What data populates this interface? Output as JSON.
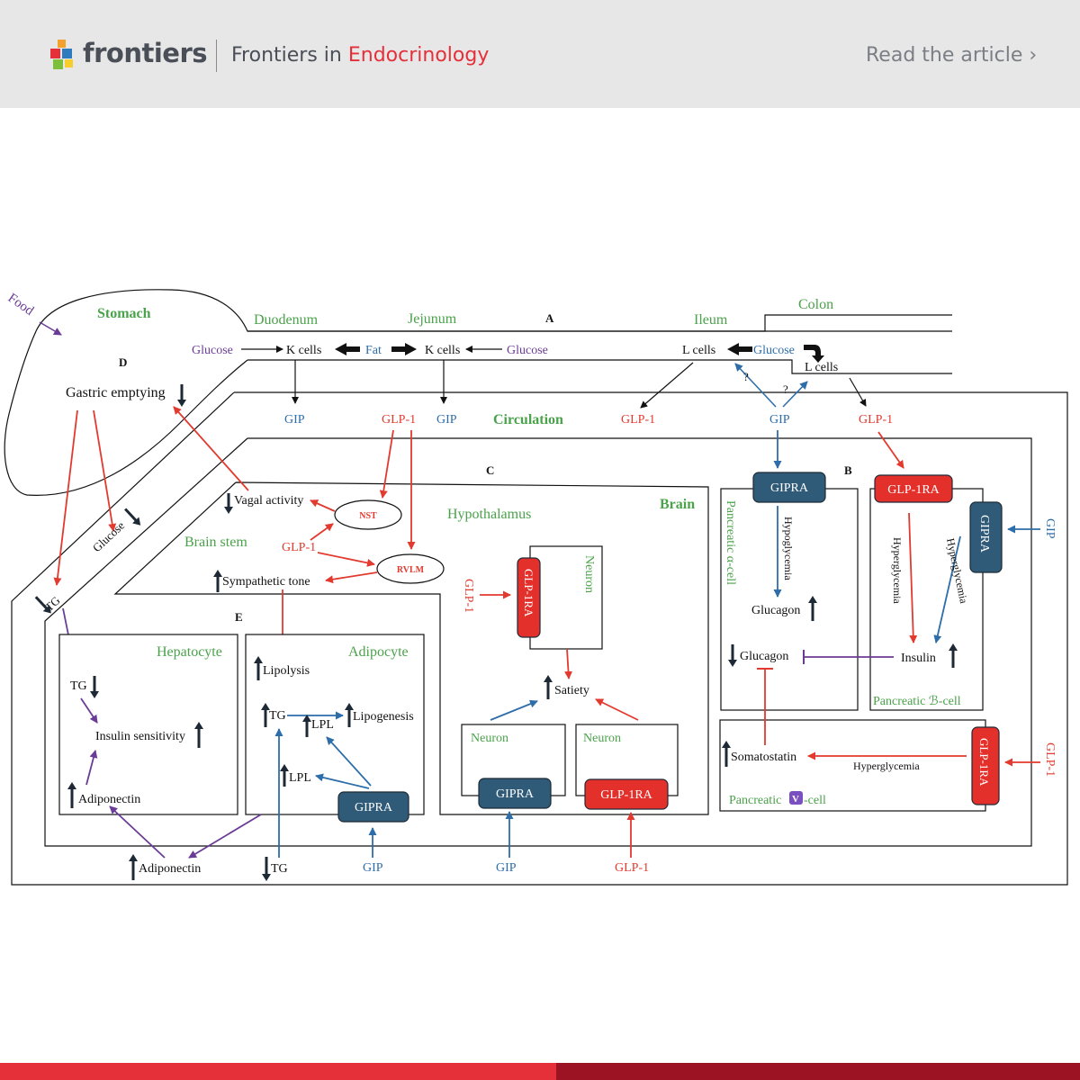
{
  "header": {
    "brand": "frontiers",
    "journal_prefix": "Frontiers in",
    "journal_field": "Endocrinology",
    "read_link": "Read the article ›"
  },
  "colors": {
    "green": "#4aa24a",
    "blue": "#2d6da9",
    "red": "#e23a2e",
    "purple": "#6a3c96",
    "box_blue": "#2f5a78",
    "box_red": "#e4302b",
    "footer_red": "#e5303a",
    "footer_dark": "#9c1423"
  },
  "diagram": {
    "panels": {
      "A": "A",
      "B": "B",
      "C": "C",
      "D": "D",
      "E": "E"
    },
    "gut": {
      "food": "Food",
      "stomach": "Stomach",
      "duodenum": "Duodenum",
      "jejunum": "Jejunum",
      "ileum": "Ileum",
      "colon": "Colon",
      "glucose": "Glucose",
      "fat": "Fat",
      "k_cells": "K cells",
      "l_cells": "L cells",
      "question": "?"
    },
    "circulation": {
      "title": "Circulation",
      "gip": "GIP",
      "glp1": "GLP-1"
    },
    "stomach_panel": {
      "gastric_emptying": "Gastric emptying",
      "glucose": "Glucose",
      "tg": "TG"
    },
    "brain": {
      "title": "Brain",
      "hypothalamus": "Hypothalamus",
      "brain_stem": "Brain stem",
      "vagal_activity": "Vagal activity",
      "nst": "NST",
      "rvlm": "RVLM",
      "glp1": "GLP-1",
      "sympathetic_tone": "Sympathetic tone",
      "neuron": "Neuron",
      "glp1ra": "GLP-1RA",
      "gipra": "GIPRA",
      "satiety": "Satiety",
      "gip": "GIP"
    },
    "pancreas": {
      "alpha_cell": "Pancreatic α-cell",
      "beta_cell": "Pancreatic ℬ-cell",
      "delta_prefix": "Pancreatic ",
      "delta_symbol": "V",
      "delta_suffix": "-cell",
      "gipra": "GIPRA",
      "glp1ra": "GLP-1RA",
      "hypoglycemia": "Hypoglycemia",
      "hyperglycemia": "Hyperglycemia",
      "glucagon": "Glucagon",
      "insulin": "Insulin",
      "somatostatin": "Somatostatin",
      "gip": "GIP",
      "glp1": "GLP-1"
    },
    "tissues": {
      "hepatocyte": "Hepatocyte",
      "adipocyte": "Adipocyte",
      "tg": "TG",
      "insulin_sensitivity": "Insulin sensitivity",
      "adiponectin": "Adiponectin",
      "lipolysis": "Lipolysis",
      "lipogenesis": "Lipogenesis",
      "lpl": "LPL",
      "gipra": "GIPRA",
      "gip": "GIP"
    }
  }
}
